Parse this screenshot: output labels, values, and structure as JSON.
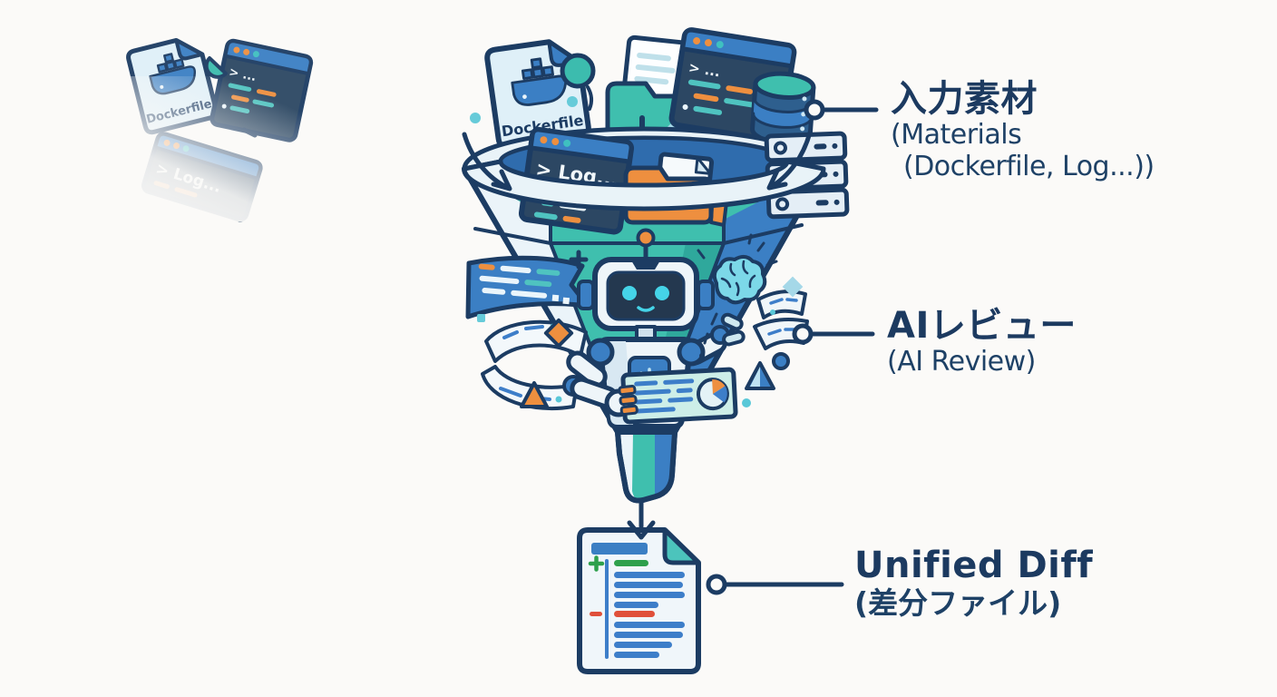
{
  "scene": {
    "background_color": "#fbfaf8",
    "accent_navy": "#1c3c63",
    "accent_blue": "#3b7fc4",
    "accent_teal": "#3fbfae",
    "accent_orange": "#ee8f3f",
    "accent_cyan": "#59c8d8",
    "robot_eye_cyan": "#45d4e8",
    "diff_green": "#2ea04c",
    "diff_red": "#e0503a",
    "diff_blue": "#3d7ec9"
  },
  "callouts": {
    "materials": {
      "title": "入力素材",
      "sub_line1": "(Materials",
      "sub_line2": "(Dockerfile, Log...))"
    },
    "ai_review": {
      "title": "AIレビュー",
      "sub": "(AI Review)"
    },
    "unified_diff": {
      "title": "Unified Diff",
      "sub": "(差分ファイル)"
    }
  },
  "icon_text": {
    "dockerfile": "Dockerfile",
    "dockerfile_faded": "Dockerfile",
    "log_window": "> Log...",
    "log_window_faded": "> Log...",
    "terminal_prompt": "> ...",
    "terminal_prompt_faded": "> ..."
  }
}
